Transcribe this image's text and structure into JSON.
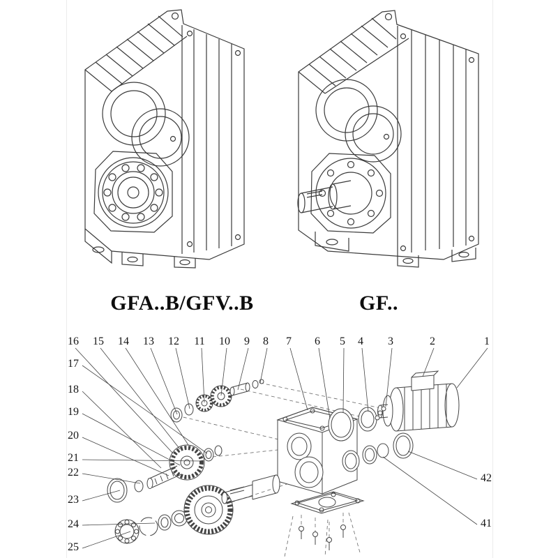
{
  "models": {
    "left": "GFA..B/GFV..B",
    "right": "GF.."
  },
  "part_numbers": {
    "top_row": [
      "16",
      "15",
      "14",
      "13",
      "12",
      "11",
      "10",
      "9",
      "8",
      "7",
      "6",
      "5",
      "4",
      "3",
      "2",
      "1"
    ],
    "left_column": [
      "17",
      "18",
      "19",
      "20",
      "21",
      "22",
      "23",
      "24",
      "25"
    ],
    "right_column": [
      "42",
      "41"
    ]
  },
  "colors": {
    "background": "#ffffff",
    "line": "#3a3a3a",
    "text": "#151515"
  }
}
